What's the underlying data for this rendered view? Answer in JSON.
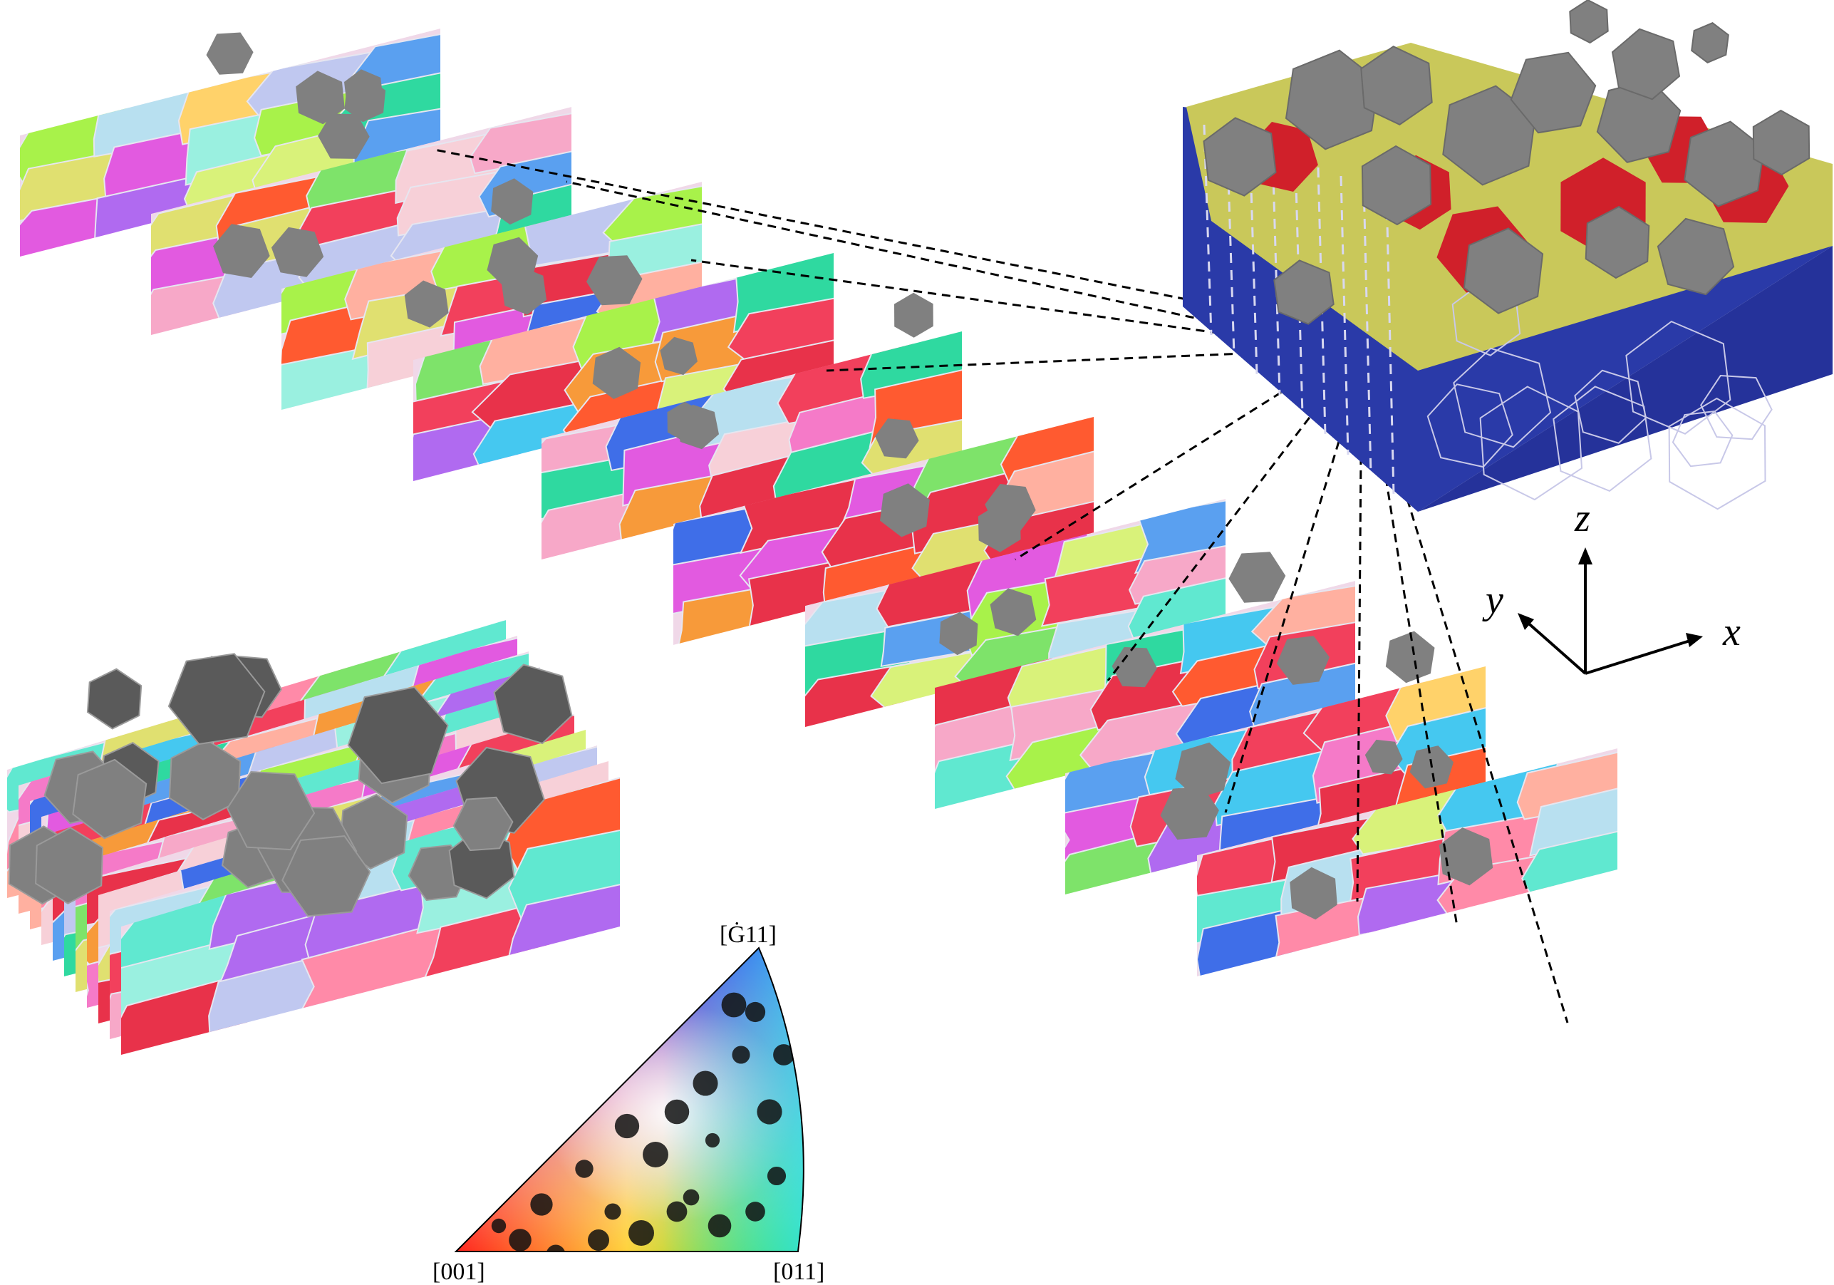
{
  "axes_labels": {
    "x": "x",
    "y": "y",
    "z": "z"
  },
  "ipf_labels": {
    "top": "[Ġ11]",
    "left": "[001]",
    "right": "[011]"
  },
  "colors": {
    "grain_palette": [
      "#e8324a",
      "#f2405c",
      "#7ee36a",
      "#2fd9a0",
      "#45c8f0",
      "#5aa0f0",
      "#3f6ee8",
      "#b06af0",
      "#e25ae0",
      "#f57ac8",
      "#f7a8c8",
      "#f7d0d8",
      "#ffd26a",
      "#f79a3a",
      "#ff5a30",
      "#d9f27a",
      "#a8f24a",
      "#b8e0f0",
      "#c0c8f0",
      "#9af0e0",
      "#ffb0a0",
      "#60e8d0",
      "#e0e070",
      "#ff8aa8"
    ],
    "particle": "#808080",
    "particle_dark": "#5a5a5a",
    "block_side": "#2a3aa8",
    "block_top": "#c8c850",
    "block_red": "#d0202a",
    "dashed": "#000000"
  }
}
